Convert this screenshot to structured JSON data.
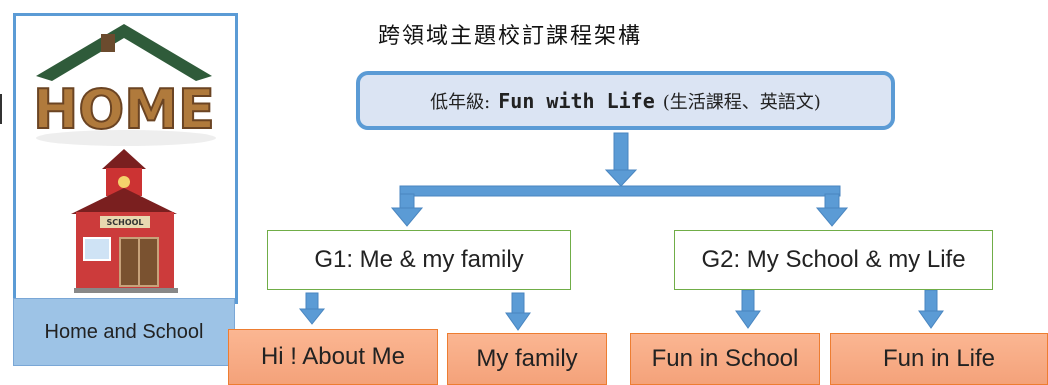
{
  "title": "跨領域主題校訂課程架構",
  "left_panel": {
    "caption": "Home and School",
    "home_sign_text": "HOME",
    "school_sign_text": "SCHOOL"
  },
  "root": {
    "level_label": "低年級:",
    "theme": "Fun with Life",
    "subjects": "(生活課程、英語文)"
  },
  "groups": [
    {
      "label": "G1: Me & my family",
      "children": [
        "Hi ! About Me",
        "My family"
      ]
    },
    {
      "label": "G2: My School & my Life",
      "children": [
        "Fun in School",
        "Fun in Life"
      ]
    }
  ],
  "colors": {
    "accent_blue": "#5b9bd5",
    "box_border_green": "#70ad47",
    "leaf_orange": "#f4a27a",
    "caption_blue": "#9dc3e6"
  }
}
